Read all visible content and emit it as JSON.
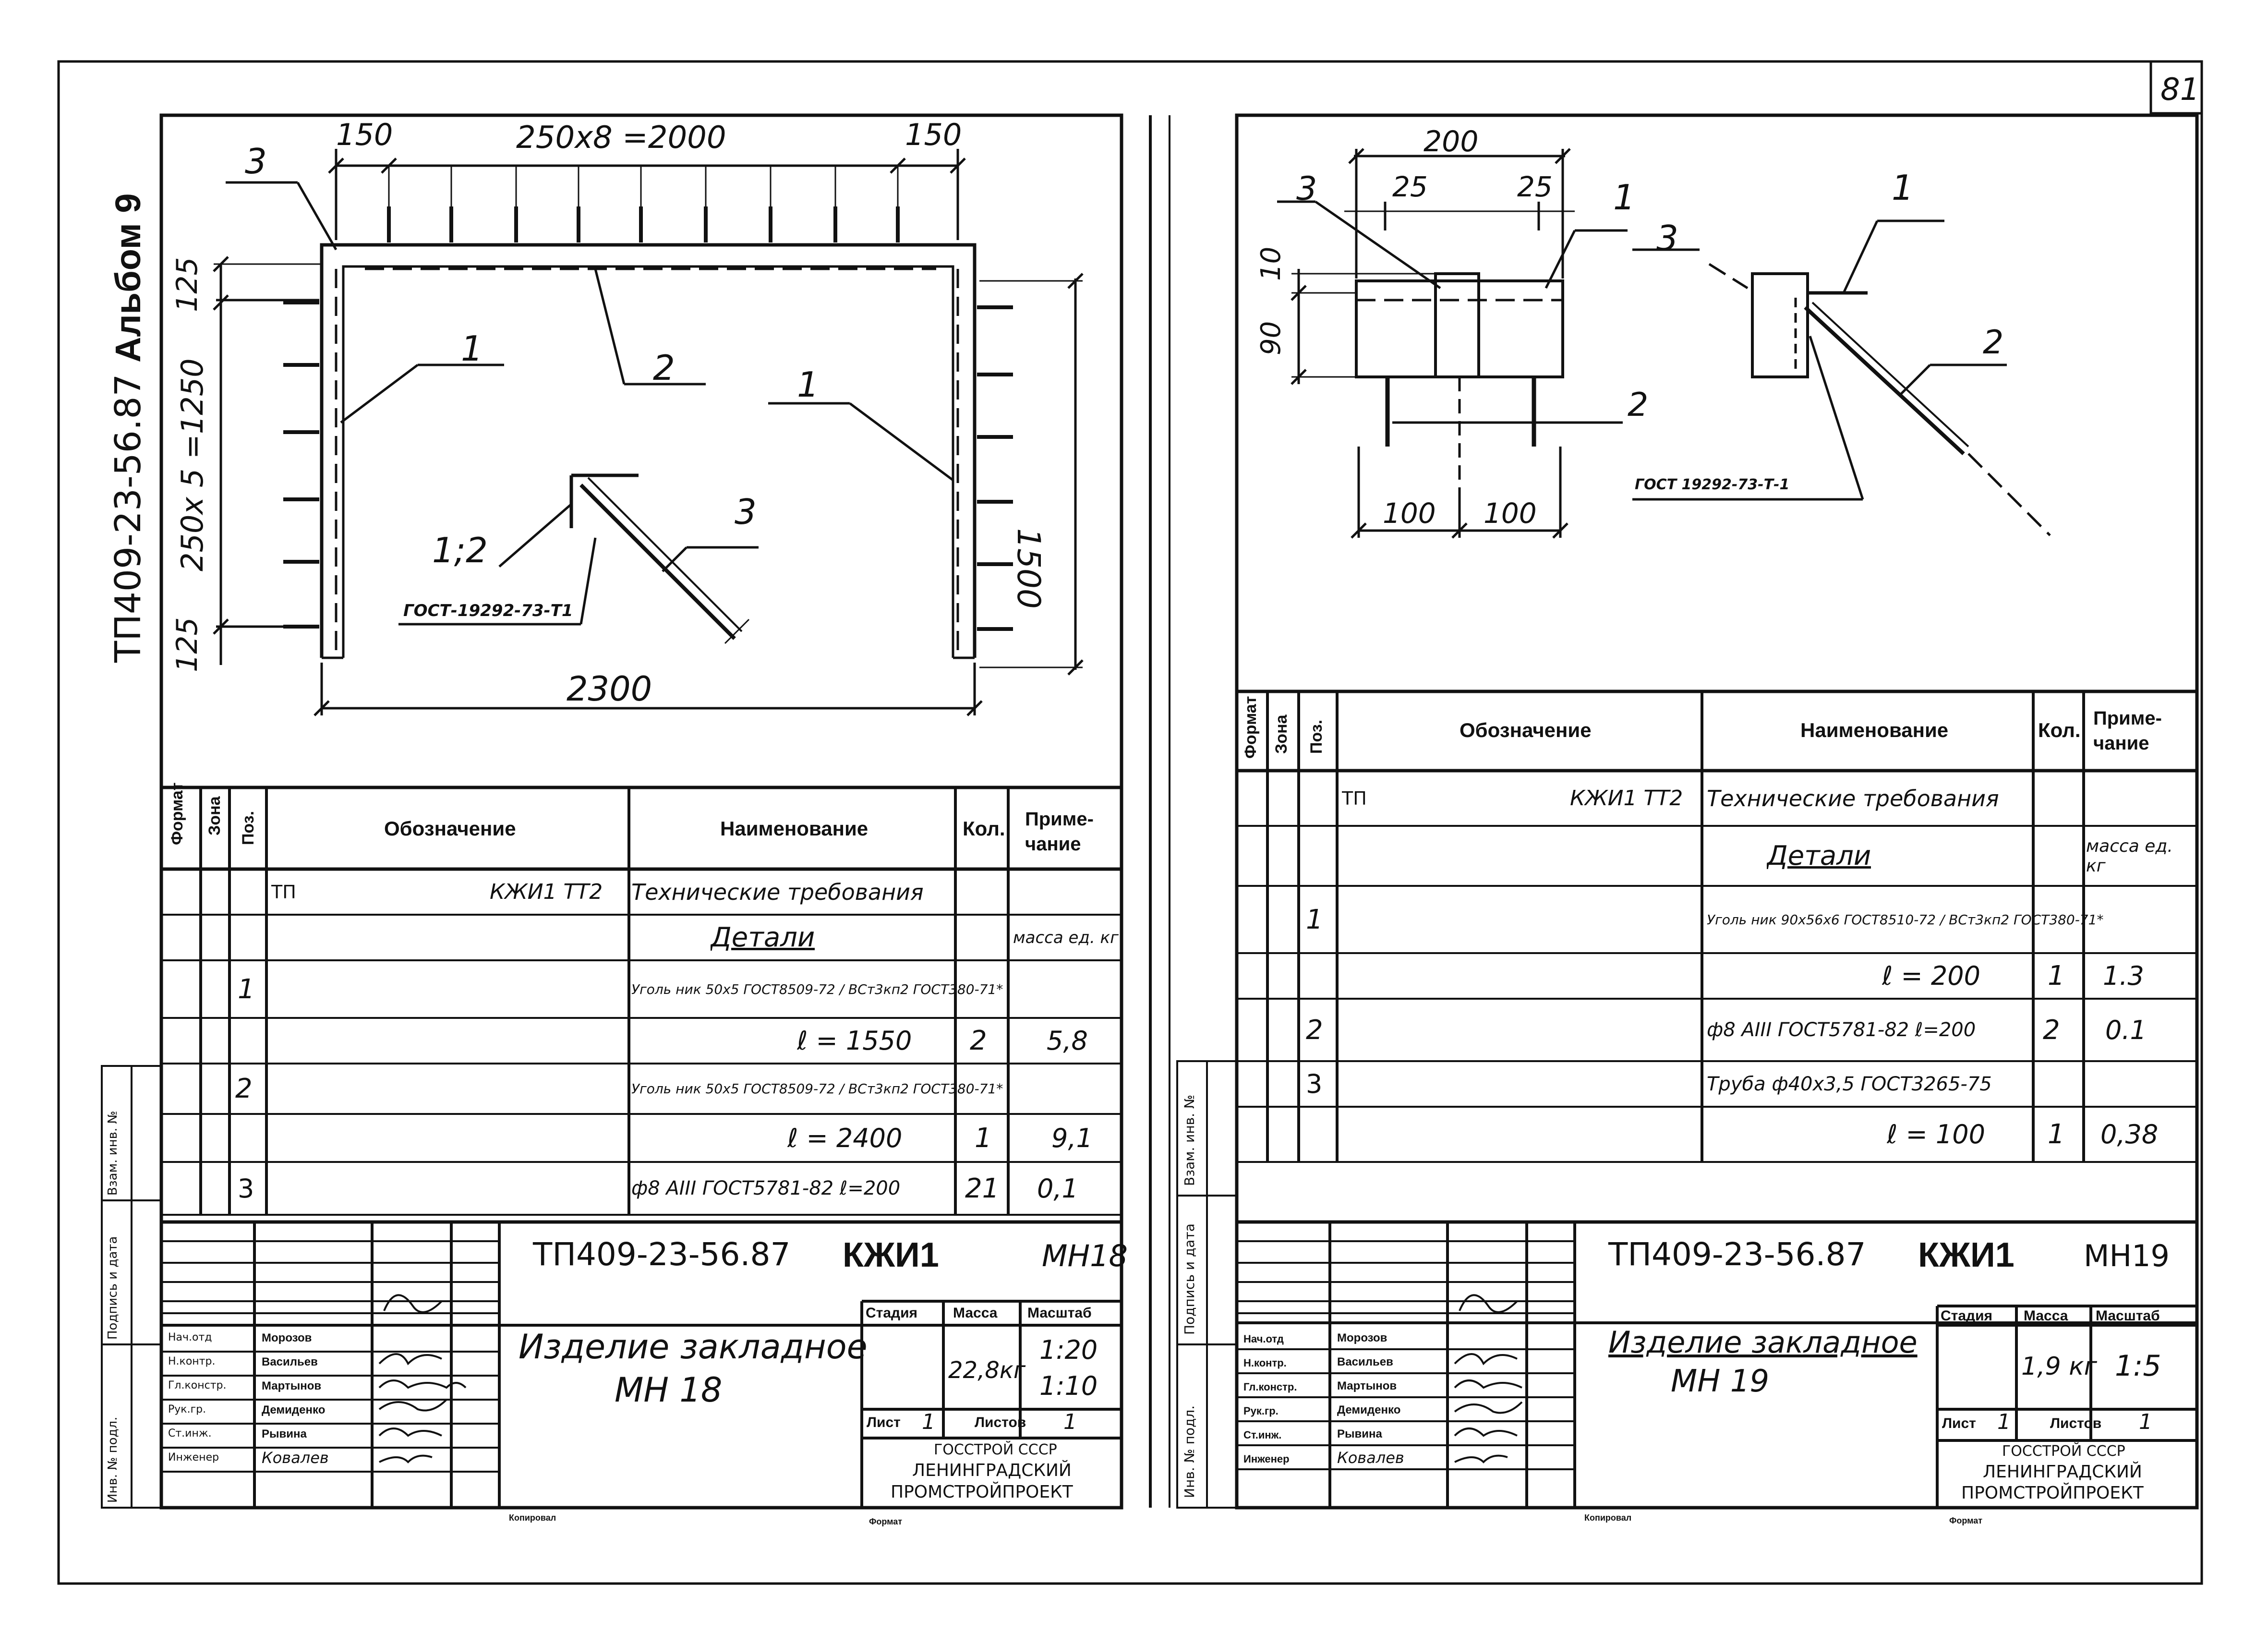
{
  "page_number": "81",
  "side_label": {
    "code": "ТП409-23-56.87",
    "album": "Альбом 9"
  },
  "left": {
    "dims": {
      "top_end_a": "150",
      "top_mid": "250х8 =2000",
      "top_end_b": "150",
      "left_top": "125",
      "left_mid": "250х 5 =1250",
      "left_bot": "125",
      "right_h": "1500",
      "bottom_w": "2300"
    },
    "callouts": {
      "c3_top": "3",
      "c1_left": "1",
      "c2": "2",
      "c1_right": "1",
      "detail_ref": "1;2",
      "c3_detail": "3",
      "gost": "ГОСТ-19292-73-Т1"
    },
    "spec": {
      "headers": {
        "format": "Формат",
        "zone": "Зона",
        "pos": "Поз.",
        "designation": "Обозначение",
        "name": "Наименование",
        "qty": "Кол.",
        "note": "Приме-\nчание"
      },
      "rows": [
        {
          "pos": "",
          "des_left": "ТП",
          "des_right": "КЖИ1 ТТ2",
          "name": "Технические требования",
          "qty": "",
          "note": ""
        },
        {
          "pos": "",
          "des_left": "",
          "des_right": "",
          "name": "Детали",
          "qty": "",
          "note": "масса ед. кг"
        },
        {
          "pos": "1",
          "des_left": "",
          "des_right": "",
          "name": "Уголь ник 50х5 ГОСТ8509-72 / ВСт3кп2 ГОСТ380-71*",
          "qty": "",
          "note": ""
        },
        {
          "pos": "",
          "des_left": "",
          "des_right": "",
          "name": "ℓ = 1550",
          "qty": "2",
          "note": "5,8"
        },
        {
          "pos": "2",
          "des_left": "",
          "des_right": "",
          "name": "Уголь ник 50х5 ГОСТ8509-72 / ВСт3кп2 ГОСТ380-71*",
          "qty": "",
          "note": ""
        },
        {
          "pos": "",
          "des_left": "",
          "des_right": "",
          "name": "ℓ = 2400",
          "qty": "1",
          "note": "9,1"
        },
        {
          "pos": "3",
          "des_left": "",
          "des_right": "",
          "name": "ф8 АIII ГОСТ5781-82 ℓ=200",
          "qty": "21",
          "note": "0,1"
        }
      ]
    },
    "title_block": {
      "code": "ТП409-23-56.87",
      "series": "КЖИ1",
      "sheet_id": "МН18",
      "roles": [
        "Нач.отд",
        "Н.контр.",
        "Гл.констр.",
        "Рук.гр.",
        "Ст.инж.",
        "Инженер"
      ],
      "names": [
        "Морозов",
        "Васильев",
        "Мартынов",
        "Демиденко",
        "Рывина",
        "Ковалев"
      ],
      "product": "Изделие закладное",
      "product_mark": "МН 18",
      "stage_label": "Стадия",
      "mass_label": "Масса",
      "scale_label": "Масштаб",
      "mass": "22,8кг",
      "scale_a": "1:20",
      "scale_b": "1:10",
      "sheet_label": "Лист",
      "sheet_no": "1",
      "sheets_label": "Листов",
      "sheets_no": "1",
      "org_1": "ГОССТРОЙ СССР",
      "org_2": "ЛЕНИНГРАДСКИЙ",
      "org_3": "ПРОМСТРОЙПРОЕКТ",
      "copied": "Копировал",
      "format": "Формат"
    }
  },
  "right": {
    "dims": {
      "top_w": "200",
      "gap_a": "25",
      "gap_b": "25",
      "h_a": "10",
      "h_b": "90",
      "bot_a": "100",
      "bot_b": "100"
    },
    "callouts": {
      "c3_a": "3",
      "c1_a": "1",
      "c2_a": "2",
      "c1_b": "1",
      "c3_b": "3",
      "c2_b": "2",
      "gost": "ГОСТ 19292-73-Т-1"
    },
    "side_fields": [
      "Взам. инв. №",
      "Подпись и дата",
      "Инв. № подл."
    ],
    "spec": {
      "headers": {
        "format": "Формат",
        "zone": "Зона",
        "pos": "Поз.",
        "designation": "Обозначение",
        "name": "Наименование",
        "qty": "Кол.",
        "note": "Приме-\nчание"
      },
      "rows": [
        {
          "pos": "",
          "des_left": "ТП",
          "des_right": "КЖИ1 ТТ2",
          "name": "Технические требования",
          "qty": "",
          "note": ""
        },
        {
          "pos": "",
          "des_left": "",
          "des_right": "",
          "name": "Детали",
          "qty": "",
          "note": "масса ед. кг"
        },
        {
          "pos": "1",
          "des_left": "",
          "des_right": "",
          "name": "Уголь ник 90х56х6 ГОСТ8510-72 / ВСт3кп2 ГОСТ380-71*",
          "qty": "",
          "note": ""
        },
        {
          "pos": "",
          "des_left": "",
          "des_right": "",
          "name": "ℓ = 200",
          "qty": "1",
          "note": "1.3"
        },
        {
          "pos": "2",
          "des_left": "",
          "des_right": "",
          "name": "ф8 АIII ГОСТ5781-82 ℓ=200",
          "qty": "2",
          "note": "0.1"
        },
        {
          "pos": "3",
          "des_left": "",
          "des_right": "",
          "name": "Труба ф40х3,5 ГОСТ3265-75",
          "qty": "",
          "note": ""
        },
        {
          "pos": "",
          "des_left": "",
          "des_right": "",
          "name": "ℓ = 100",
          "qty": "1",
          "note": "0,38"
        }
      ]
    },
    "title_block": {
      "code": "ТП409-23-56.87",
      "series": "КЖИ1",
      "sheet_id": "МН19",
      "roles": [
        "Нач.отд",
        "Н.контр.",
        "Гл.констр.",
        "Рук.гр.",
        "Ст.инж.",
        "Инженер"
      ],
      "names": [
        "Морозов",
        "Васильев",
        "Мартынов",
        "Демиденко",
        "Рывина",
        "Ковалев"
      ],
      "product": "Изделие закладное",
      "product_mark": "МН 19",
      "stage_label": "Стадия",
      "mass_label": "Масса",
      "scale_label": "Масштаб",
      "mass": "1,9 кг",
      "scale_a": "1:5",
      "sheet_label": "Лист",
      "sheet_no": "1",
      "sheets_label": "Листов",
      "sheets_no": "1",
      "org_1": "ГОССТРОЙ СССР",
      "org_2": "ЛЕНИНГРАДСКИЙ",
      "org_3": "ПРОМСТРОЙПРОЕКТ",
      "copied": "Копировал",
      "format": "Формат"
    }
  },
  "left_side_fields": [
    "Взам. инв. №",
    "Подпись и дата",
    "Инв. № подл."
  ]
}
